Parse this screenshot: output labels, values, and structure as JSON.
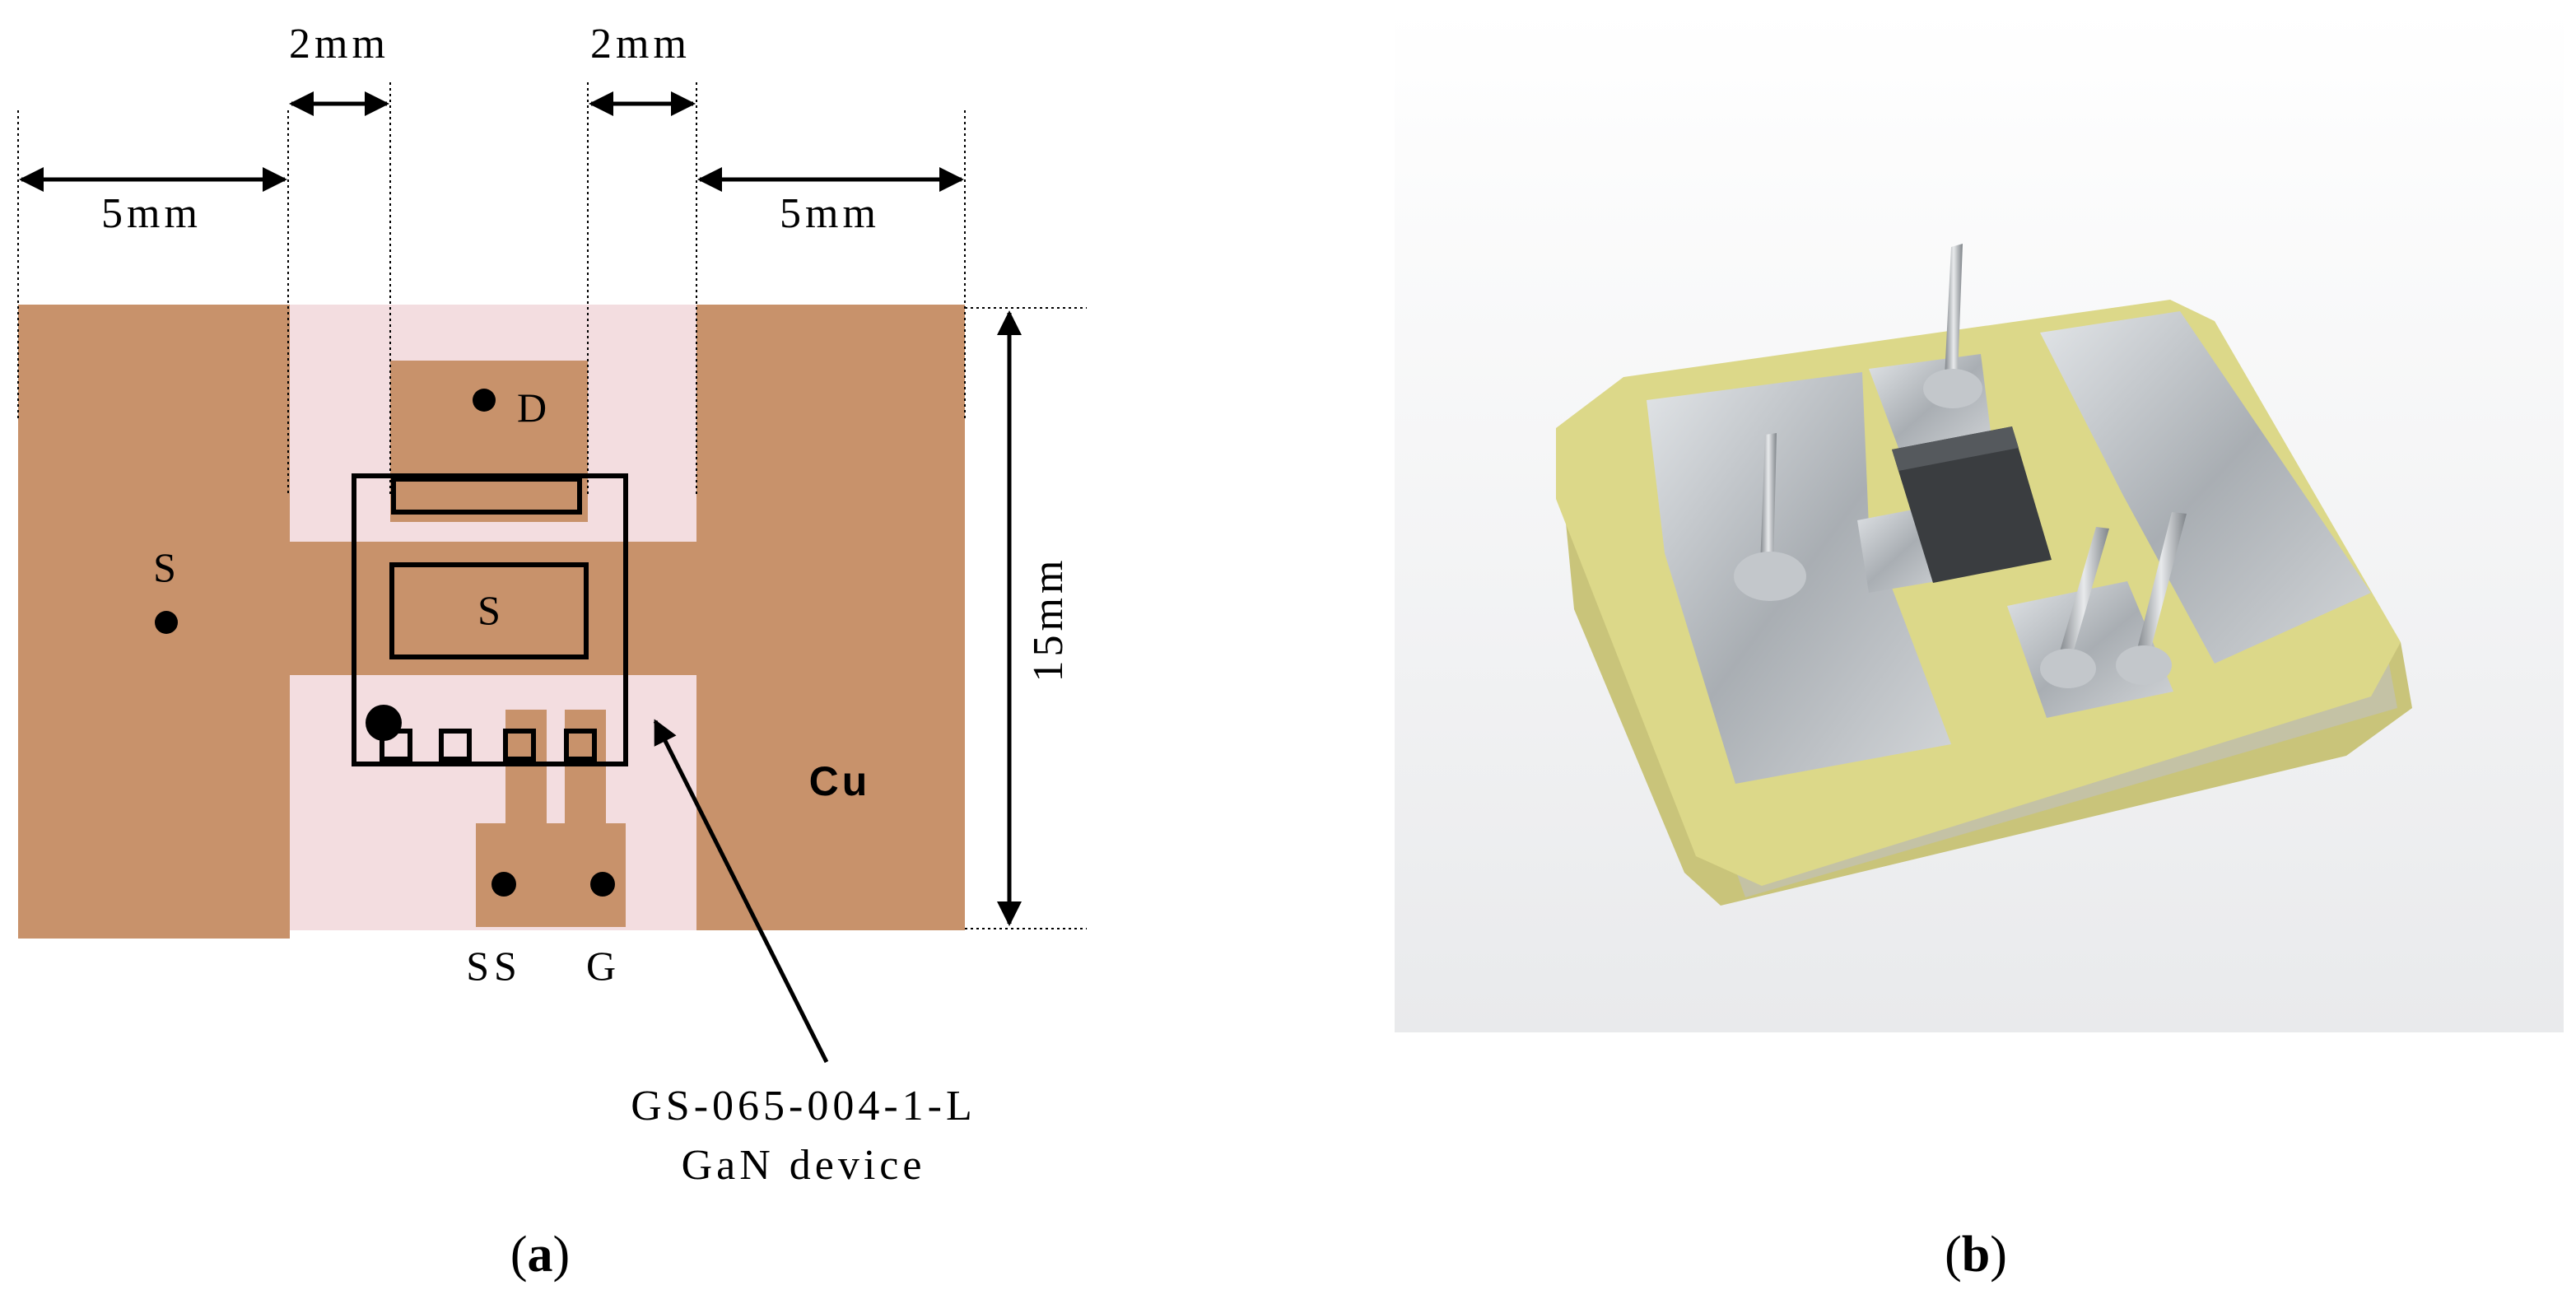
{
  "panel_a": {
    "dim_left_5mm": "5mm",
    "dim_left_2mm": "2mm",
    "dim_right_2mm": "2mm",
    "dim_right_5mm": "5mm",
    "dim_height": "15mm",
    "pad_drain": "D",
    "pad_source_left": "S",
    "device_source": "S",
    "pin_ss": "SS",
    "pin_g": "G",
    "copper": "Cu",
    "device_part": "GS-065-004-1-L",
    "device_desc": "GaN device",
    "colors": {
      "copper": "#c8926b",
      "substrate": "#f3dde0"
    }
  },
  "panel_b": {
    "colors": {
      "board": "#dcd889",
      "pad": "#b7bcc0",
      "chip": "#3a3d40"
    }
  },
  "captions": {
    "a_open": "(",
    "a_letter": "a",
    "a_close": ")",
    "b_open": "(",
    "b_letter": "b",
    "b_close": ")"
  }
}
